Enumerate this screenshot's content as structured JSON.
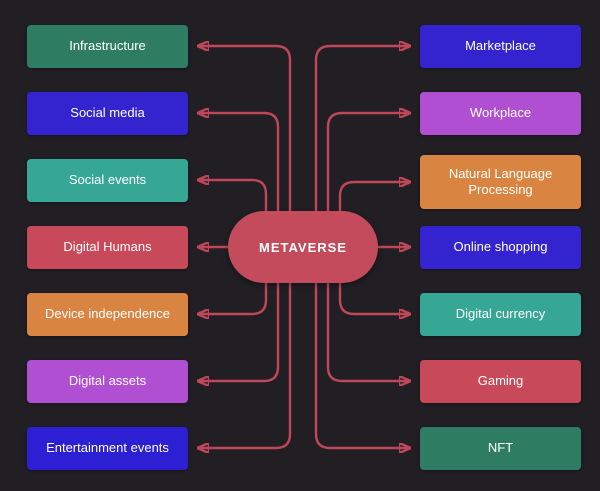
{
  "diagram": {
    "center_label": "METAVERSE",
    "background_color": "#211f24",
    "arrow_color": "#c04758",
    "center_color": "#c44b5c",
    "text_color": "#ffffff",
    "left": [
      {
        "label": "Infrastructure",
        "color": "#2e7d63"
      },
      {
        "label": "Social media",
        "color": "#3424cf"
      },
      {
        "label": "Social events",
        "color": "#36a795"
      },
      {
        "label": "Digital Humans",
        "color": "#c84a5a"
      },
      {
        "label": "Device independence",
        "color": "#d98440"
      },
      {
        "label": "Digital assets",
        "color": "#b14fd2"
      },
      {
        "label": "Entertainment events",
        "color": "#2c1fd4"
      }
    ],
    "right": [
      {
        "label": "Marketplace",
        "color": "#3424cf"
      },
      {
        "label": "Workplace",
        "color": "#b14fd2"
      },
      {
        "label": "Natural Language Processing",
        "color": "#d98440"
      },
      {
        "label": "Online shopping",
        "color": "#3424cf"
      },
      {
        "label": "Digital currency",
        "color": "#36a795"
      },
      {
        "label": "Gaming",
        "color": "#c84a5a"
      },
      {
        "label": "NFT",
        "color": "#2e7d63"
      }
    ]
  }
}
